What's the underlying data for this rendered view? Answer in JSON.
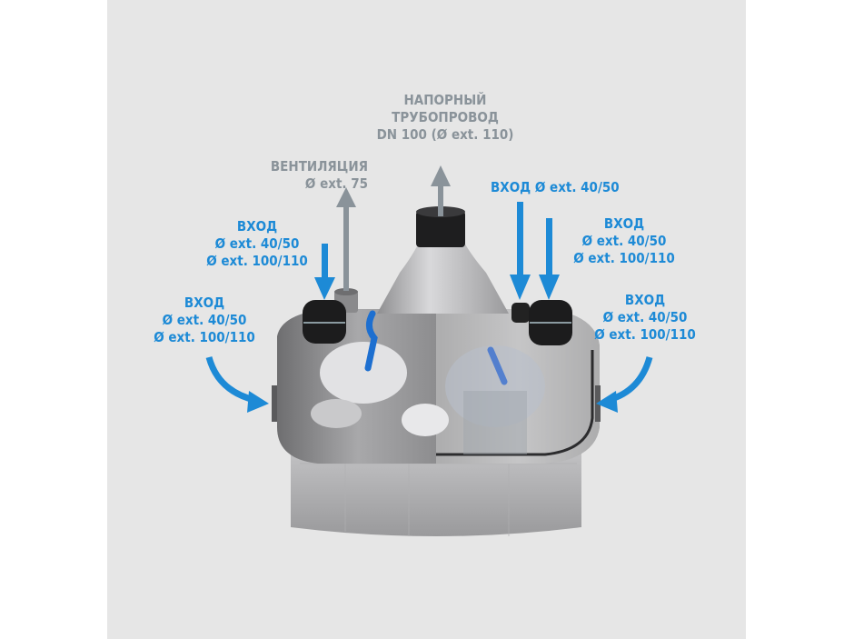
{
  "colors": {
    "background": "#ffffff",
    "panel": "#e6e6e6",
    "gray_label": "#8a939a",
    "blue_label": "#1d8ad6",
    "arrow_blue": "#1d8ad6",
    "arrow_gray": "#8a939a"
  },
  "labels": {
    "discharge": {
      "line1": "НАПОРНЫЙ",
      "line2": "ТРУБОПРОВОД",
      "line3": "DN 100 (Ø ext. 110)"
    },
    "vent": {
      "line1": "ВЕНТИЛЯЦИЯ",
      "line2": "Ø ext. 75"
    },
    "inlet_top_left": {
      "line1": "ВХОД",
      "line2": "Ø ext. 40/50",
      "line3": "Ø ext. 100/110"
    },
    "inlet_side_left": {
      "line1": "ВХОД",
      "line2": "Ø ext.  40/50",
      "line3": "Ø ext. 100/110"
    },
    "inlet_small_right": {
      "line1": "ВХОД Ø ext. 40/50"
    },
    "inlet_top_right": {
      "line1": "ВХОД",
      "line2": "Ø ext. 40/50",
      "line3": "Ø ext. 100/110"
    },
    "inlet_side_right": {
      "line1": "ВХОД",
      "line2": "Ø ext. 40/50",
      "line3": "Ø ext. 100/110"
    }
  }
}
